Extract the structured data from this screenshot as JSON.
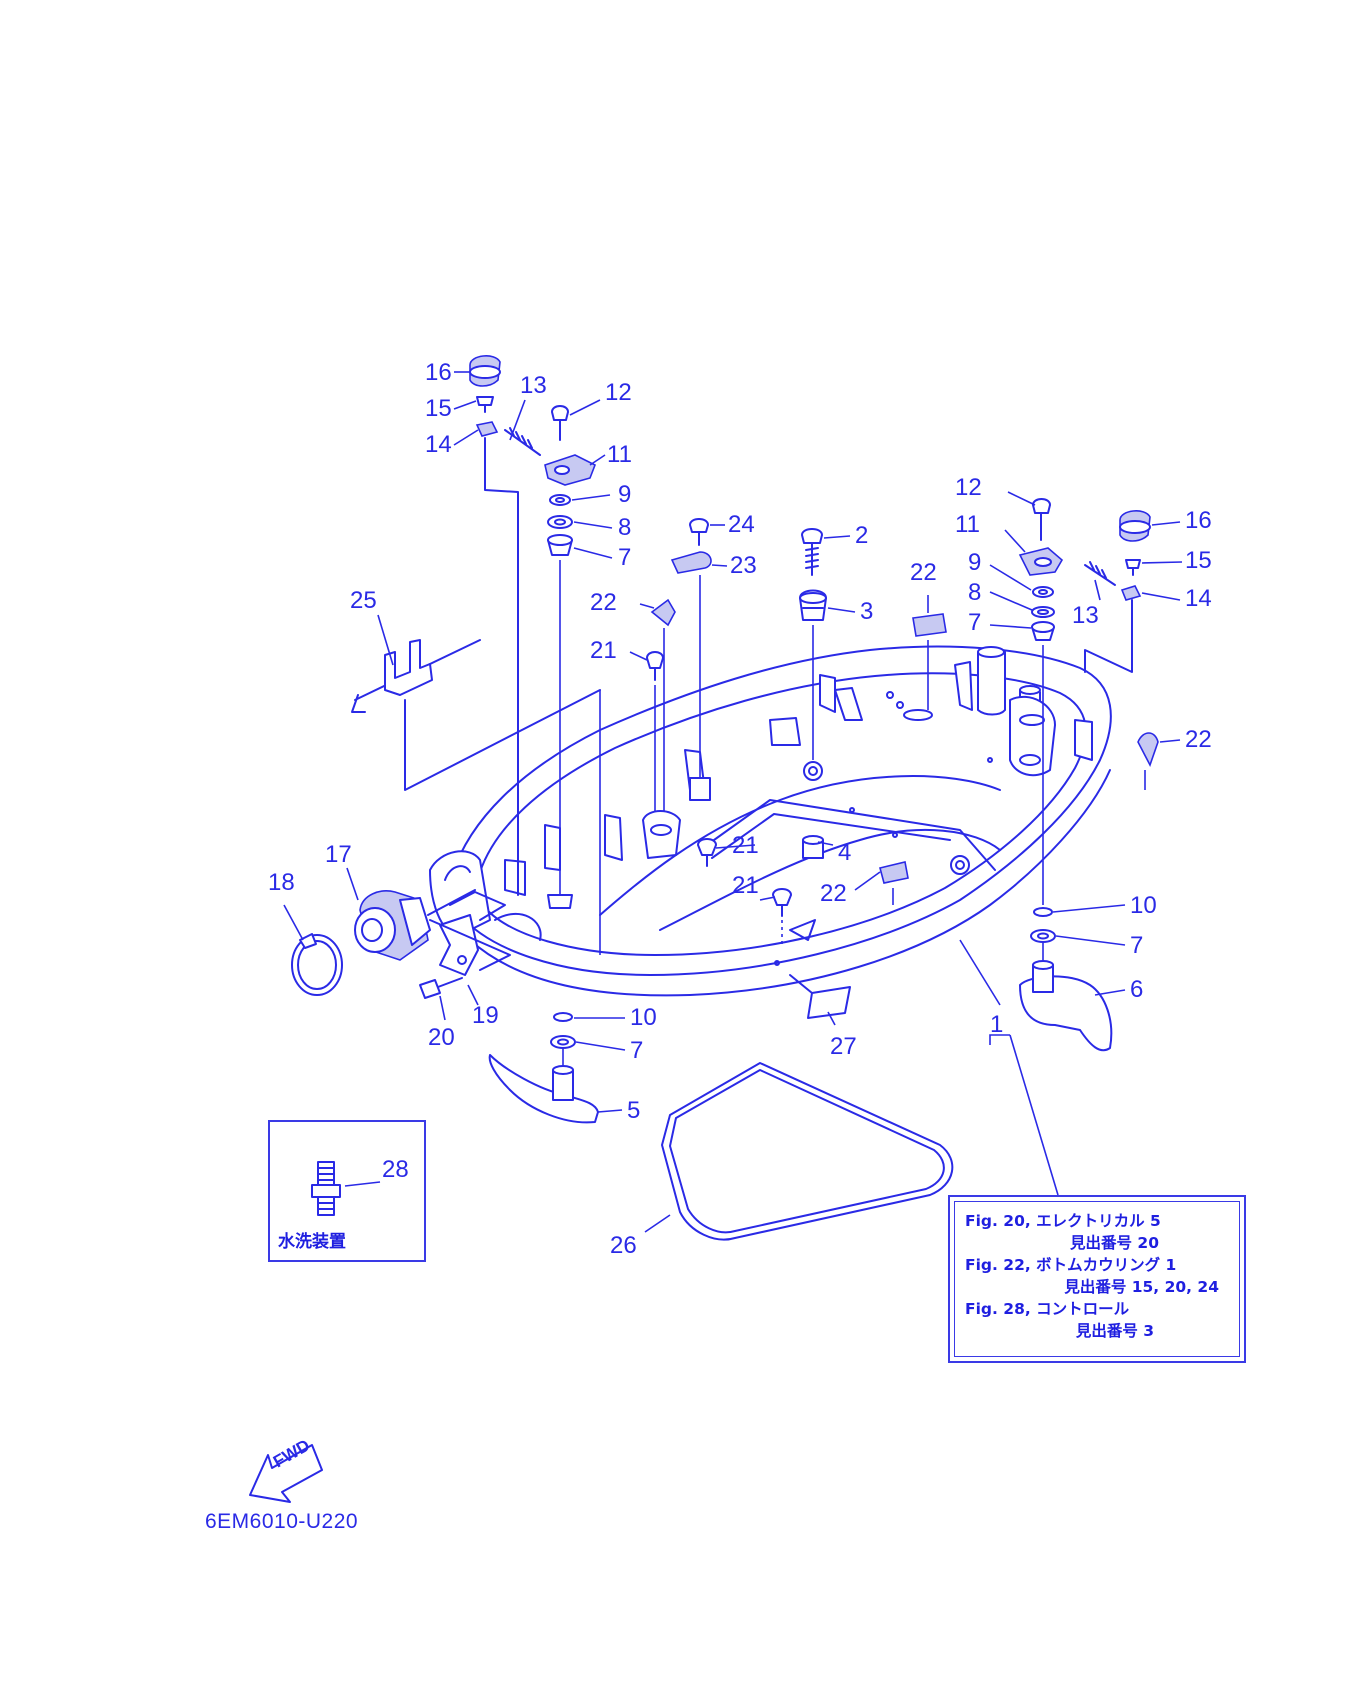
{
  "callouts": [
    {
      "id": "c16a",
      "text": "16"
    },
    {
      "id": "c15a",
      "text": "15"
    },
    {
      "id": "c14a",
      "text": "14"
    },
    {
      "id": "c13a",
      "text": "13"
    },
    {
      "id": "c12a",
      "text": "12"
    },
    {
      "id": "c11a",
      "text": "11"
    },
    {
      "id": "c9a",
      "text": "9"
    },
    {
      "id": "c8a",
      "text": "8"
    },
    {
      "id": "c7a",
      "text": "7"
    },
    {
      "id": "c24",
      "text": "24"
    },
    {
      "id": "c23",
      "text": "23"
    },
    {
      "id": "c2",
      "text": "2"
    },
    {
      "id": "c3",
      "text": "3"
    },
    {
      "id": "c22a",
      "text": "22"
    },
    {
      "id": "c21a",
      "text": "21"
    },
    {
      "id": "c25",
      "text": "25"
    },
    {
      "id": "c12b",
      "text": "12"
    },
    {
      "id": "c11b",
      "text": "11"
    },
    {
      "id": "c9b",
      "text": "9"
    },
    {
      "id": "c8b",
      "text": "8"
    },
    {
      "id": "c7b",
      "text": "7"
    },
    {
      "id": "c16b",
      "text": "16"
    },
    {
      "id": "c15b",
      "text": "15"
    },
    {
      "id": "c13b",
      "text": "13"
    },
    {
      "id": "c14b",
      "text": "14"
    },
    {
      "id": "c22b",
      "text": "22"
    },
    {
      "id": "c22c",
      "text": "22"
    },
    {
      "id": "c21b",
      "text": "21"
    },
    {
      "id": "c21c",
      "text": "21"
    },
    {
      "id": "c4",
      "text": "4"
    },
    {
      "id": "c22d",
      "text": "22"
    },
    {
      "id": "c17",
      "text": "17"
    },
    {
      "id": "c18",
      "text": "18"
    },
    {
      "id": "c10a",
      "text": "10"
    },
    {
      "id": "c7c",
      "text": "7"
    },
    {
      "id": "c6",
      "text": "6"
    },
    {
      "id": "c1",
      "text": "1"
    },
    {
      "id": "c19",
      "text": "19"
    },
    {
      "id": "c20",
      "text": "20"
    },
    {
      "id": "c10b",
      "text": "10"
    },
    {
      "id": "c7d",
      "text": "7"
    },
    {
      "id": "c5",
      "text": "5"
    },
    {
      "id": "c27",
      "text": "27"
    },
    {
      "id": "c26",
      "text": "26"
    }
  ],
  "wash_box": {
    "callout": "28",
    "label": "水洗装置"
  },
  "reference_box": {
    "lines": [
      {
        "fig": "Fig. 20, エレクトリカル 5",
        "sub": "見出番号 20"
      },
      {
        "fig": "Fig. 22, ボトムカウリング 1",
        "sub": "見出番号 15, 20, 24"
      },
      {
        "fig": "Fig. 28, コントロール",
        "sub": "見出番号 3"
      }
    ]
  },
  "fwd_arrow": {
    "text": "FWD"
  },
  "catalog_code": "6EM6010-U220",
  "colors": {
    "line": "#2a2ae6",
    "background": "#ffffff",
    "shade": "#c7c9f2"
  }
}
